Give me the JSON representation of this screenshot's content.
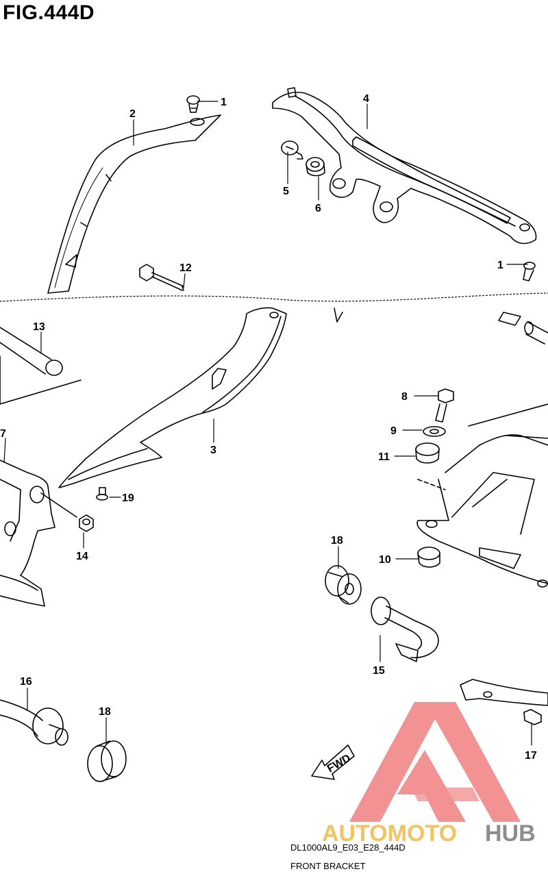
{
  "figure": {
    "title": "FIG.444D"
  },
  "callouts": [
    {
      "id": "c1a",
      "label": "1"
    },
    {
      "id": "c2",
      "label": "2"
    },
    {
      "id": "c4",
      "label": "4"
    },
    {
      "id": "c5",
      "label": "5"
    },
    {
      "id": "c6",
      "label": "6"
    },
    {
      "id": "c12",
      "label": "12"
    },
    {
      "id": "c1b",
      "label": "1"
    },
    {
      "id": "c13",
      "label": "13"
    },
    {
      "id": "c8",
      "label": "8"
    },
    {
      "id": "c9",
      "label": "9"
    },
    {
      "id": "c11",
      "label": "11"
    },
    {
      "id": "c7",
      "label": "7"
    },
    {
      "id": "c3",
      "label": "3"
    },
    {
      "id": "c19",
      "label": "19"
    },
    {
      "id": "c14",
      "label": "14"
    },
    {
      "id": "c18a",
      "label": "18"
    },
    {
      "id": "c10",
      "label": "10"
    },
    {
      "id": "c15",
      "label": "15"
    },
    {
      "id": "c16",
      "label": "16"
    },
    {
      "id": "c18b",
      "label": "18"
    },
    {
      "id": "c17",
      "label": "17"
    }
  ],
  "fwd_label": "FWD",
  "footer": {
    "code": "DL1000AL9_E03_E28_444D",
    "title": "FRONT BRACKET"
  },
  "watermark": {
    "part1": "AUTOMOTO",
    "part2": "HUB",
    "color_triangle": "#f08080",
    "color_auto": "#f5b843",
    "color_hub": "#7a7a7a"
  }
}
